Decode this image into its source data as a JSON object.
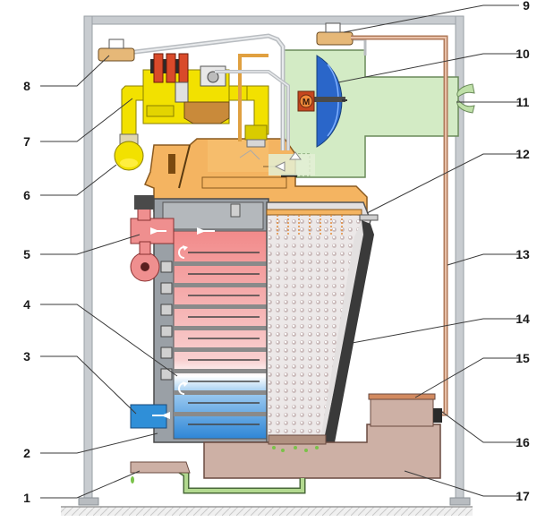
{
  "callouts": {
    "left": [
      "8",
      "7",
      "6",
      "5",
      "4",
      "3",
      "2",
      "1"
    ],
    "right": [
      "9",
      "10",
      "11",
      "12",
      "13",
      "14",
      "15",
      "16",
      "17"
    ]
  },
  "fan_motor": {
    "letter": "M"
  },
  "colors": {
    "frame": "#c8ccd0",
    "burner_orange": "#f4b461",
    "hot_red": "#ef8f8f",
    "cold_blue": "#2f8fd8",
    "gas_yellow": "#f2e100",
    "fan_green": "#d3ebc5",
    "condensate_pink": "#cdb0a5",
    "drain_green": "#b2d98f",
    "combustion_grey": "#e9e6e6",
    "pipe_tan": "#d9b38a"
  }
}
